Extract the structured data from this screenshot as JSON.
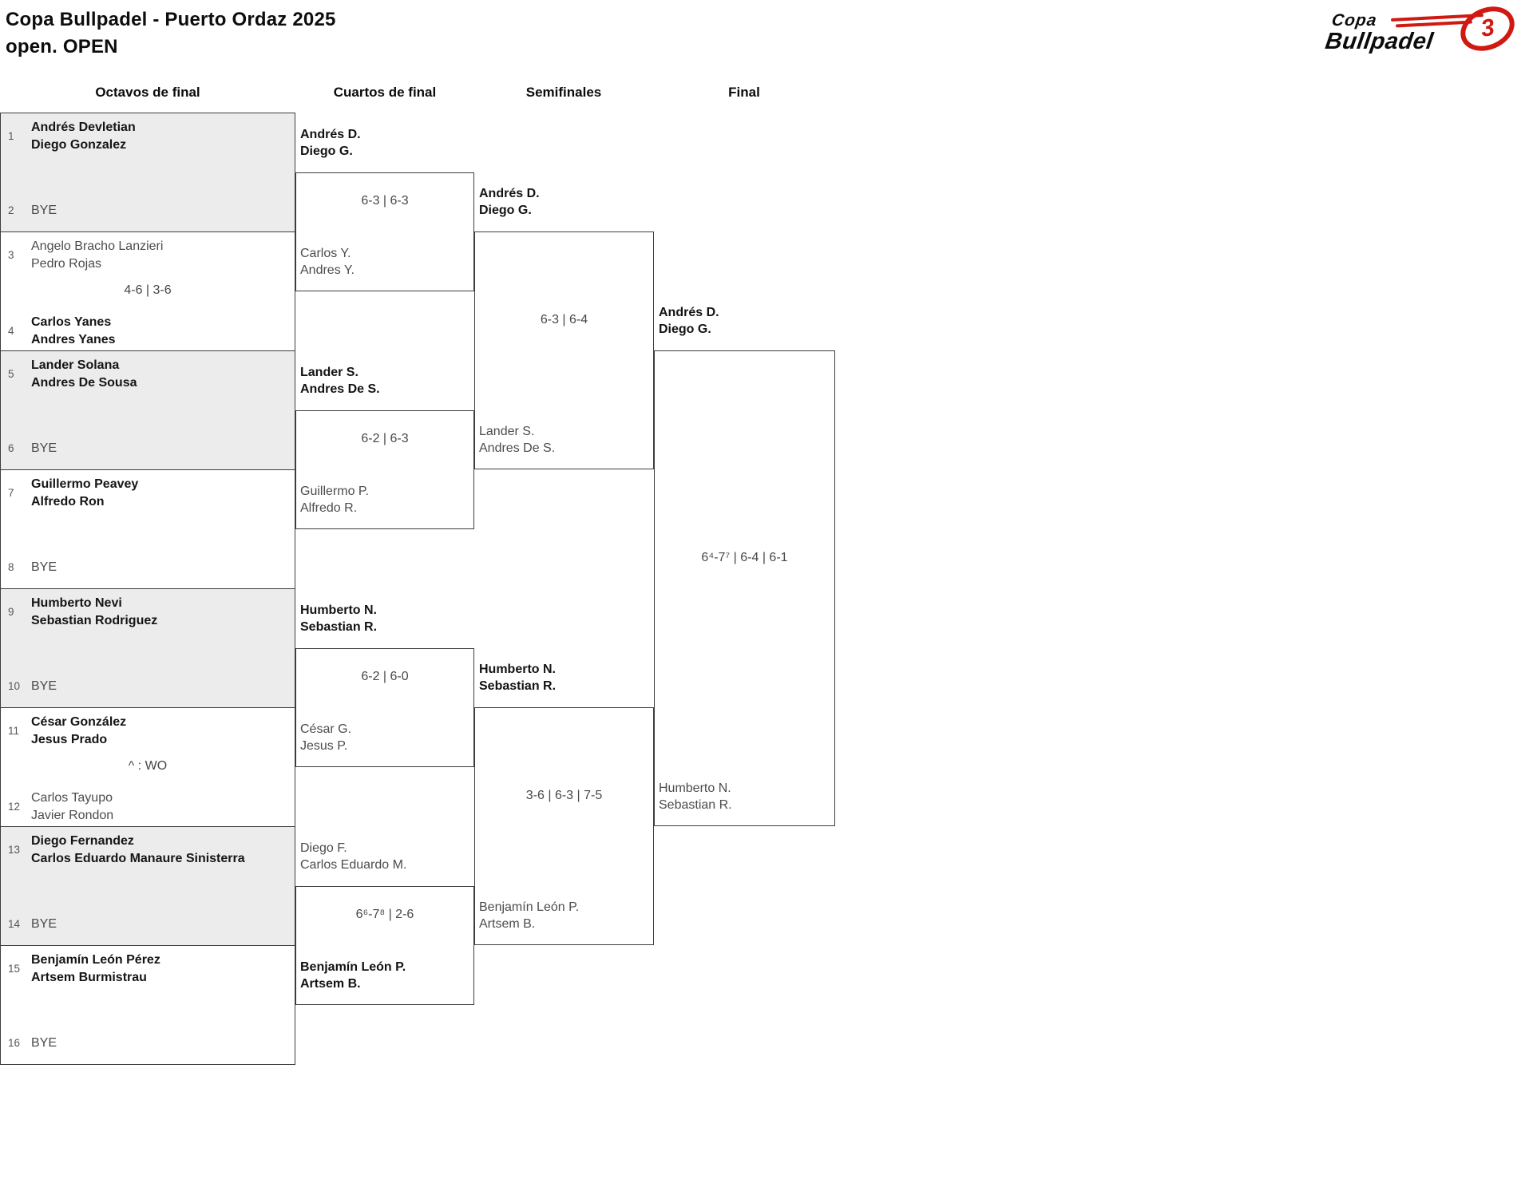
{
  "header": {
    "title_line1": "Copa Bullpadel - Puerto Ordaz 2025",
    "title_line2": "open. OPEN"
  },
  "logo": {
    "line1": "Copa",
    "line2": "Bullpadel",
    "emblem_glyph": "3",
    "accent_color": "#d01910",
    "text_color": "#0c0c0c"
  },
  "colors": {
    "match_shaded_bg": "#ececec",
    "border": "#3d3d3d",
    "winner_text": "#151515",
    "loser_text": "#4c4c4c"
  },
  "rounds": [
    {
      "label": "Octavos de final"
    },
    {
      "label": "Cuartos de final"
    },
    {
      "label": "Semifinales"
    },
    {
      "label": "Final"
    }
  ],
  "bracket": {
    "round_of_16": [
      {
        "team1": {
          "seed": "1",
          "lines": [
            "Andrés Devletian",
            "Diego Gonzalez"
          ],
          "winner": true
        },
        "team2": {
          "seed": "2",
          "lines": [
            "BYE"
          ],
          "winner": false
        },
        "score": ""
      },
      {
        "team1": {
          "seed": "3",
          "lines": [
            "Angelo Bracho Lanzieri",
            "Pedro Rojas"
          ],
          "winner": false
        },
        "team2": {
          "seed": "4",
          "lines": [
            "Carlos Yanes",
            "Andres Yanes"
          ],
          "winner": true
        },
        "score": "4-6 | 3-6"
      },
      {
        "team1": {
          "seed": "5",
          "lines": [
            "Lander Solana",
            "Andres De Sousa"
          ],
          "winner": true
        },
        "team2": {
          "seed": "6",
          "lines": [
            "BYE"
          ],
          "winner": false
        },
        "score": ""
      },
      {
        "team1": {
          "seed": "7",
          "lines": [
            "Guillermo Peavey",
            "Alfredo Ron"
          ],
          "winner": true
        },
        "team2": {
          "seed": "8",
          "lines": [
            "BYE"
          ],
          "winner": false
        },
        "score": ""
      },
      {
        "team1": {
          "seed": "9",
          "lines": [
            "Humberto Nevi",
            "Sebastian Rodriguez"
          ],
          "winner": true
        },
        "team2": {
          "seed": "10",
          "lines": [
            "BYE"
          ],
          "winner": false
        },
        "score": ""
      },
      {
        "team1": {
          "seed": "11",
          "lines": [
            "César González",
            "Jesus Prado"
          ],
          "winner": true
        },
        "team2": {
          "seed": "12",
          "lines": [
            "Carlos Tayupo",
            "Javier Rondon"
          ],
          "winner": false
        },
        "score": "^ : WO"
      },
      {
        "team1": {
          "seed": "13",
          "lines": [
            "Diego Fernandez",
            "Carlos Eduardo Manaure Sinisterra"
          ],
          "winner": true
        },
        "team2": {
          "seed": "14",
          "lines": [
            "BYE"
          ],
          "winner": false
        },
        "score": ""
      },
      {
        "team1": {
          "seed": "15",
          "lines": [
            "Benjamín León Pérez",
            "Artsem Burmistrau"
          ],
          "winner": true
        },
        "team2": {
          "seed": "16",
          "lines": [
            "BYE"
          ],
          "winner": false
        },
        "score": ""
      }
    ],
    "quarterfinals": [
      {
        "top": {
          "lines": [
            "Andrés D.",
            "Diego G."
          ],
          "winner": true
        },
        "bottom": {
          "lines": [
            "Carlos Y.",
            "Andres Y."
          ],
          "winner": false
        },
        "score": "6-3 | 6-3"
      },
      {
        "top": {
          "lines": [
            "Lander S.",
            "Andres De S."
          ],
          "winner": true
        },
        "bottom": {
          "lines": [
            "Guillermo P.",
            "Alfredo R."
          ],
          "winner": false
        },
        "score": "6-2 | 6-3"
      },
      {
        "top": {
          "lines": [
            "Humberto N.",
            "Sebastian R."
          ],
          "winner": true
        },
        "bottom": {
          "lines": [
            "César G.",
            "Jesus P."
          ],
          "winner": false
        },
        "score": "6-2 | 6-0"
      },
      {
        "top": {
          "lines": [
            "Diego F.",
            "Carlos Eduardo M."
          ],
          "winner": false
        },
        "bottom": {
          "lines": [
            "Benjamín León P.",
            "Artsem B."
          ],
          "winner": true
        },
        "score": "6⁶-7⁸ | 2-6"
      }
    ],
    "semifinals": [
      {
        "top": {
          "lines": [
            "Andrés D.",
            "Diego G."
          ],
          "winner": true
        },
        "bottom": {
          "lines": [
            "Lander S.",
            "Andres De S."
          ],
          "winner": false
        },
        "score": "6-3 | 6-4"
      },
      {
        "top": {
          "lines": [
            "Humberto N.",
            "Sebastian R."
          ],
          "winner": true
        },
        "bottom": {
          "lines": [
            "Benjamín León P.",
            "Artsem B."
          ],
          "winner": false
        },
        "score": "3-6 | 6-3 | 7-5"
      }
    ],
    "final": {
      "top": {
        "lines": [
          "Andrés D.",
          "Diego G."
        ],
        "winner": true
      },
      "bottom": {
        "lines": [
          "Humberto N.",
          "Sebastian R."
        ],
        "winner": false
      },
      "score": "6⁴-7⁷ | 6-4 | 6-1"
    }
  }
}
